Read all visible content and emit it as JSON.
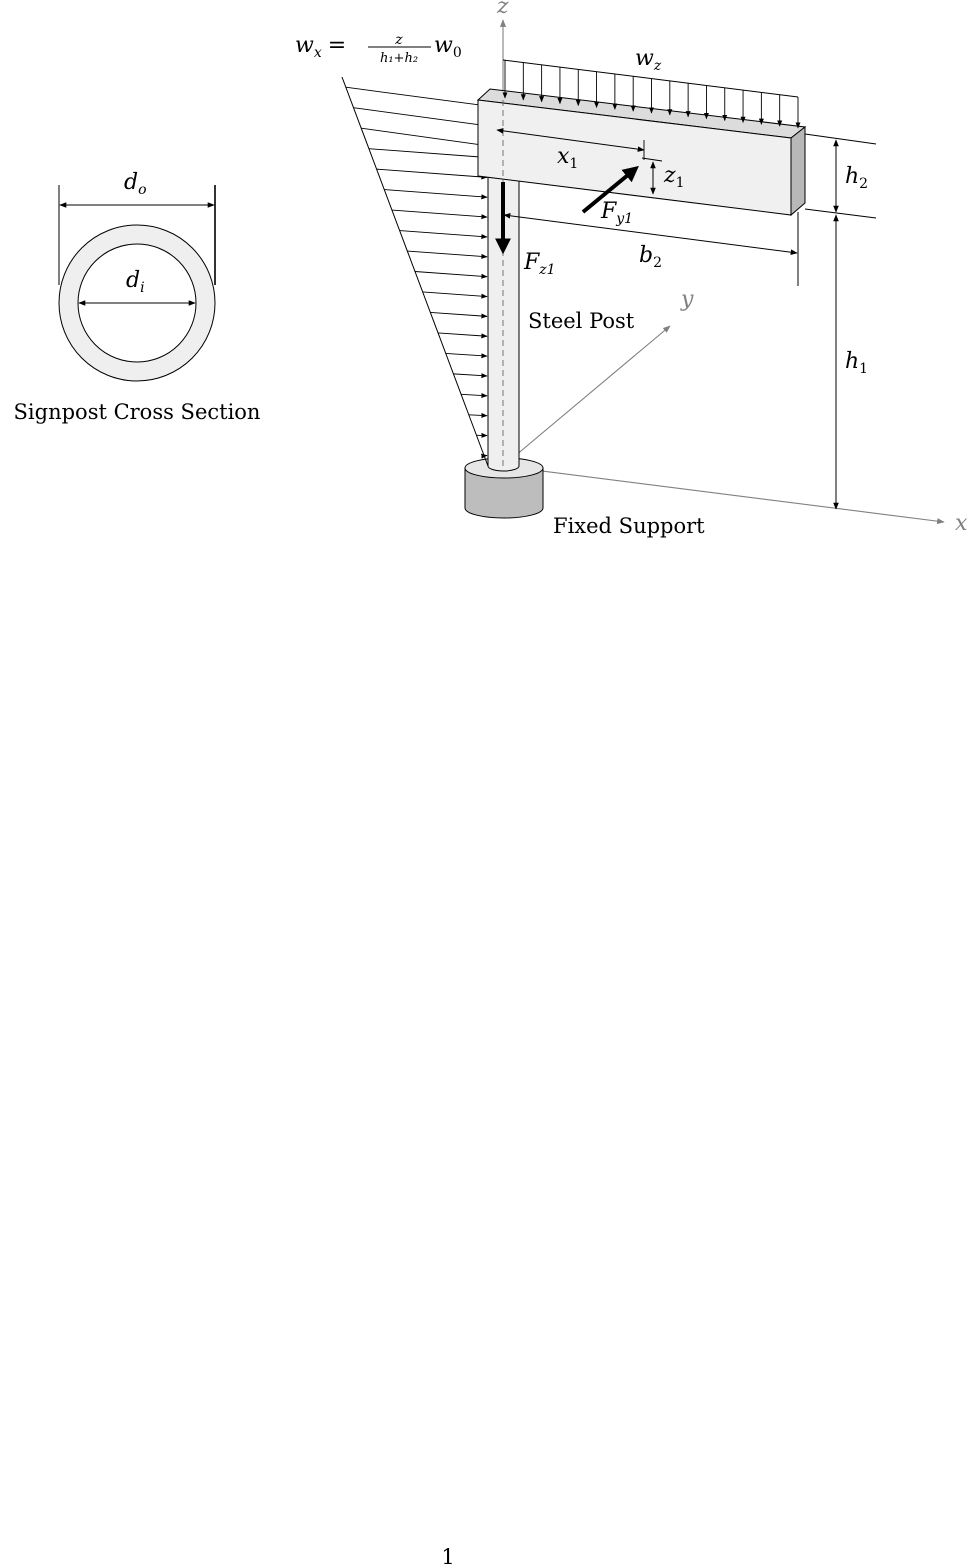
{
  "cross_section": {
    "caption": "Signpost Cross Section",
    "outer_dim": "d",
    "outer_dim_sub": "o",
    "inner_dim": "d",
    "inner_dim_sub": "i"
  },
  "signpost": {
    "post_label": "Steel Post",
    "support_label": "Fixed Support",
    "axes": {
      "x": "x",
      "y": "y",
      "z": "z"
    },
    "wind_load": {
      "lhs": "w",
      "lhs_sub": "x",
      "eq": "=",
      "num": "z",
      "den": "h₁+h₂",
      "rhs": "w",
      "rhs_sub": "0"
    },
    "top_load": {
      "sym": "w",
      "sub": "z"
    },
    "forces": {
      "fy": {
        "sym": "F",
        "sub": "y1"
      },
      "fz": {
        "sym": "F",
        "sub": "z1"
      }
    },
    "dims": {
      "x1": {
        "sym": "x",
        "sub": "1"
      },
      "z1": {
        "sym": "z",
        "sub": "1"
      },
      "b2": {
        "sym": "b",
        "sub": "2"
      },
      "h1": {
        "sym": "h",
        "sub": "1"
      },
      "h2": {
        "sym": "h",
        "sub": "2"
      }
    }
  },
  "page_number": "1"
}
